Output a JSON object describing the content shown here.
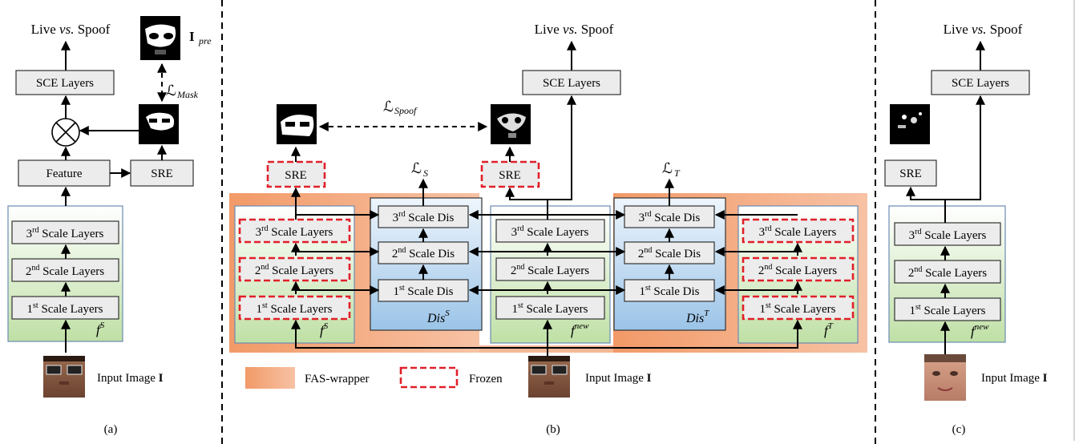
{
  "labels": {
    "live_vs_spoof": "Live vs. Spoof",
    "sce_layers": "SCE Layers",
    "sre": "SRE",
    "feature": "Feature",
    "scale_layers": "Scale Layers",
    "scale_dis": "Scale Dis",
    "ord_1": "st",
    "ord_2": "nd",
    "ord_3": "rd",
    "n_1": "1",
    "n_2": "2",
    "n_3": "3",
    "input_image": "Input Image",
    "input_symbol": "I",
    "l_symbol": "ℒ",
    "i_symbol": "I",
    "pre_sub": "pre",
    "mask_sub": "Mask",
    "spoof_sub": "Spoof",
    "s_sub": "S",
    "t_sub": "T",
    "f_symbol": "f",
    "s_sup": "S",
    "new_sup": "new",
    "t_sup": "T",
    "dis_label": "Dis",
    "fas_wrapper": "FAS-wrapper",
    "frozen": "Frozen"
  },
  "captions": {
    "a": "(a)",
    "b": "(b)",
    "c": "(c)"
  },
  "colors": {
    "fas_wrapper": "#f4a67d",
    "frozen_border": "#e0202a",
    "scale_box_bg": "#d9ecc8",
    "dis_box_bg": "#a9cbe9",
    "box_fill": "#ececec"
  }
}
